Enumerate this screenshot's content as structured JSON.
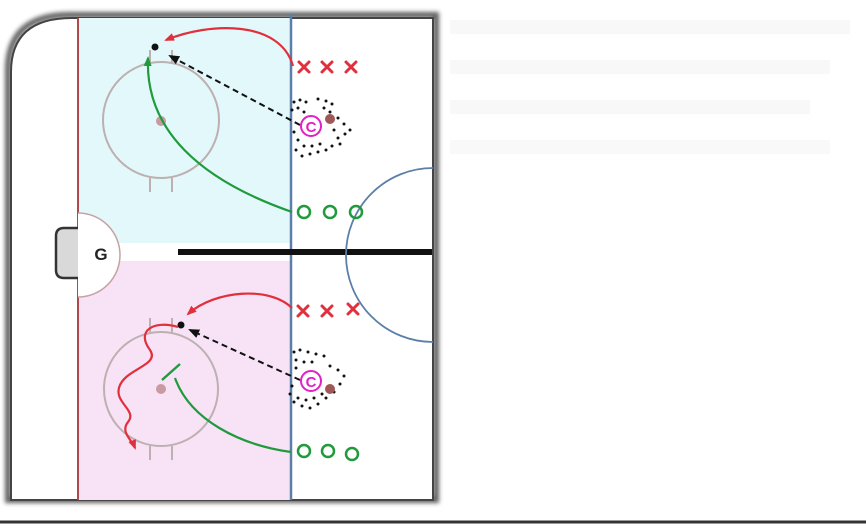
{
  "goalie_label": "G",
  "coach_top_label": "C",
  "coach_bottom_label": "C",
  "colors": {
    "zone_top": "#e3f8fb",
    "zone_bottom": "#f8e2f6",
    "goal_line": "#b04a4a",
    "blue_line": "#5b7fa8",
    "faceoff_circle": "#bcb0b0",
    "faceoff_dot": "#c99aa0",
    "center_circle": "#5b7fa8",
    "red_marks": "#e0303c",
    "green_marks": "#1f9a3c",
    "coach": "#e020c8",
    "puck": "#9e5858",
    "pass_arrow": "#111111"
  },
  "icons": {
    "x_markers": "x-icon",
    "o_markers": "circle-icon",
    "coach": "coach-icon",
    "pucks": "puck-pile-icon"
  }
}
